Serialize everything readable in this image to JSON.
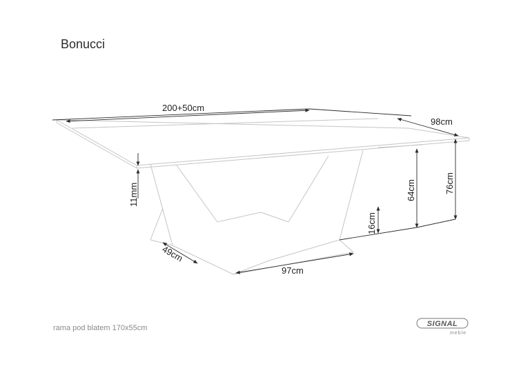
{
  "title": "Bonucci",
  "note": "rama pod blatem 170x55cm",
  "dimensions": {
    "length": "200+50cm",
    "width": "98cm",
    "thickness": "11mm",
    "frame_height": "64cm",
    "total_height": "76cm",
    "base_depth": "49cm",
    "base_length": "97cm",
    "base_height": "16cm"
  },
  "logo": {
    "name": "SIGNAL",
    "sub": "meble"
  },
  "colors": {
    "outline": "#c4c4c4",
    "dimension_line": "#2a2a2a",
    "text": "#1e1e1e"
  }
}
